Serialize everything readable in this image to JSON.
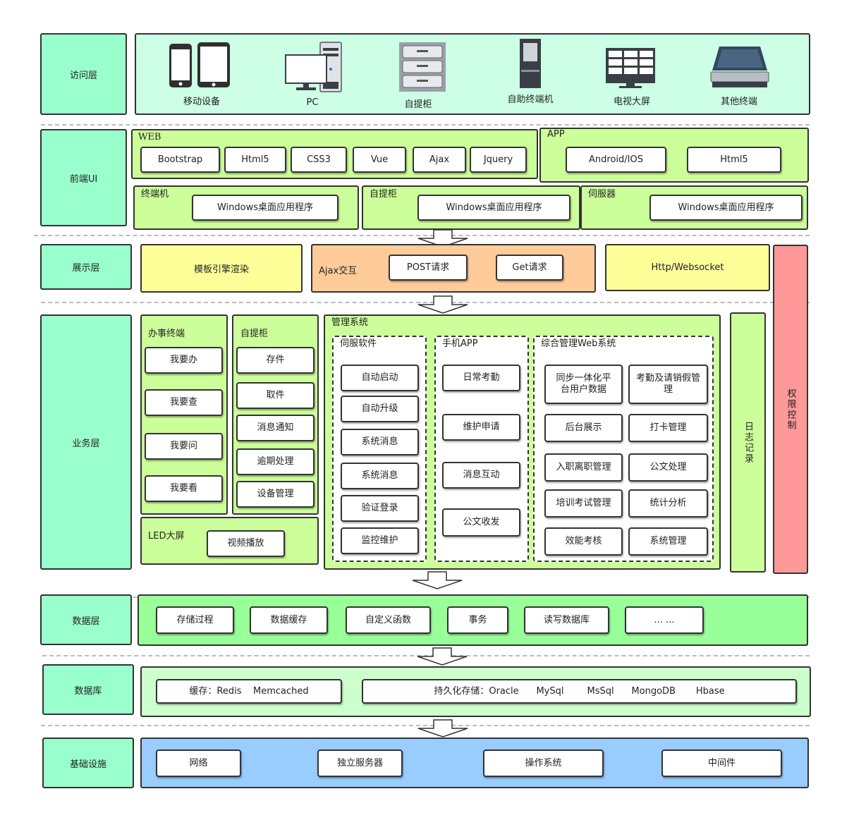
{
  "layers": {
    "access": "访问层",
    "frontend": "前端UI",
    "presentation": "展示层",
    "business": "业务层",
    "data": "数据层",
    "database": "数据库",
    "infrastructure": "基础设施"
  },
  "devices": [
    {
      "icon": "mobile-devices-icon",
      "label": "移动设备"
    },
    {
      "icon": "pc-icon",
      "label": "PC"
    },
    {
      "icon": "cabinet-icon",
      "label": "自提柜"
    },
    {
      "icon": "kiosk-icon",
      "label": "自助终端机"
    },
    {
      "icon": "tv-wall-icon",
      "label": "电视大屏"
    },
    {
      "icon": "scanner-icon",
      "label": "其他终端"
    }
  ],
  "frontend": {
    "web": {
      "title": "WEB",
      "items": [
        "Bootstrap",
        "Html5",
        "CSS3",
        "Vue",
        "Ajax",
        "Jquery"
      ]
    },
    "app": {
      "title": "APP",
      "items": [
        "Android/IOS",
        "Html5"
      ]
    },
    "terminal": {
      "title": "终端机",
      "item": "Windows桌面应用程序"
    },
    "cabinet": {
      "title": "自提柜",
      "item": "Windows桌面应用程序"
    },
    "server": {
      "title": "伺服器",
      "item": "Windows桌面应用程序"
    }
  },
  "presentation": {
    "template": "模板引擎渲染",
    "ajax": {
      "title": "Ajax交互",
      "post": "POST请求",
      "get": "Get请求"
    },
    "http": "Http/Websocket"
  },
  "permission": "权限控制",
  "log": "日志记录",
  "business": {
    "office": {
      "title": "办事终端",
      "items": [
        "我要办",
        "我要查",
        "我要问",
        "我要看"
      ]
    },
    "cabinet": {
      "title": "自提柜",
      "items": [
        "存件",
        "取件",
        "消息通知",
        "逾期处理",
        "设备管理"
      ]
    },
    "led": {
      "title": "LED大屏",
      "item": "视频播放"
    },
    "mgmt": {
      "title": "管理系统",
      "server": {
        "title": "伺服软件",
        "items": [
          "自动启动",
          "自动升级",
          "系统消息",
          "系统消息",
          "验证登录",
          "监控维护"
        ]
      },
      "mobile": {
        "title": "手机APP",
        "items": [
          "日常考勤",
          "维护申请",
          "消息互动",
          "公文收发"
        ]
      },
      "web": {
        "title": "综合管理Web系统",
        "items": [
          "同步一体化平台用户数据",
          "考勤及请销假管理",
          "后台展示",
          "打卡管理",
          "入职离职管理",
          "公文处理",
          "培训考试管理",
          "统计分析",
          "效能考核",
          "系统管理"
        ]
      }
    }
  },
  "data_layer": [
    "存储过程",
    "数据缓存",
    "自定义函数",
    "事务",
    "读写数据库",
    "... ..."
  ],
  "database": {
    "cache": "缓存：Redis    Memcached",
    "persist": "持久化存储：Oracle      MySql        MsSql      MongoDB       Hbase"
  },
  "infrastructure": [
    "网络",
    "独立服务器",
    "操作系统",
    "中间件"
  ],
  "colors": {
    "layer": "#99ffcc",
    "access_panel": "#ccffe6",
    "light_green": "#ccff99",
    "green": "#99ff99",
    "yellow": "#ffff99",
    "orange": "#ffcc99",
    "red": "#ff9999",
    "blue": "#99ccff"
  }
}
